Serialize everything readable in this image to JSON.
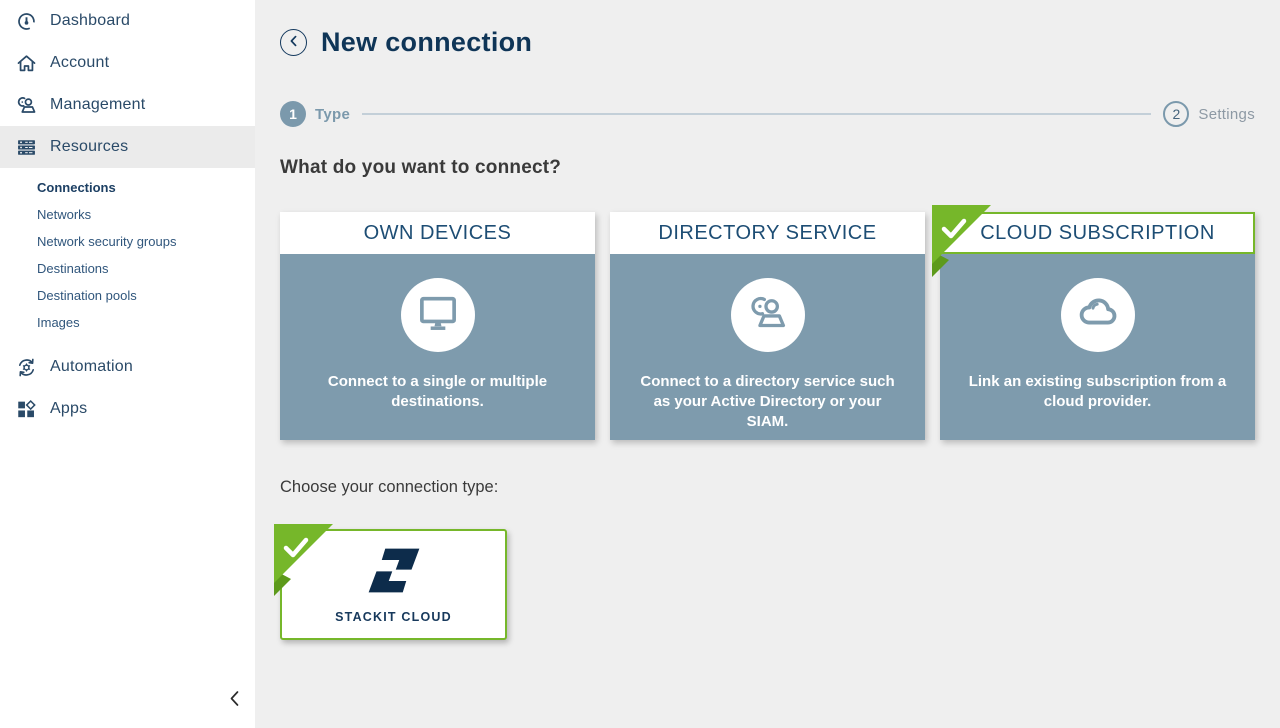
{
  "sidebar": {
    "items": [
      {
        "label": "Dashboard",
        "icon": "gauge-icon",
        "active": false
      },
      {
        "label": "Account",
        "icon": "home-icon",
        "active": false
      },
      {
        "label": "Management",
        "icon": "user-gear-icon",
        "active": false
      },
      {
        "label": "Resources",
        "icon": "server-icon",
        "active": true
      },
      {
        "label": "Automation",
        "icon": "sync-gear-icon",
        "active": false
      },
      {
        "label": "Apps",
        "icon": "apps-icon",
        "active": false
      }
    ],
    "resources_children": [
      "Connections",
      "Networks",
      "Network security groups",
      "Destinations",
      "Destination pools",
      "Images"
    ],
    "active_child": "Connections"
  },
  "header": {
    "title": "New connection"
  },
  "stepper": {
    "steps": [
      {
        "number": "1",
        "label": "Type",
        "state": "active"
      },
      {
        "number": "2",
        "label": "Settings",
        "state": "upcoming"
      }
    ]
  },
  "main": {
    "question": "What do you want to connect?",
    "cards": [
      {
        "title": "OWN DEVICES",
        "description": "Connect to a single or multiple destinations.",
        "icon": "monitor-icon",
        "selected": false
      },
      {
        "title": "DIRECTORY SERVICE",
        "description": "Connect to a directory service such as your Active Directory or your SIAM.",
        "icon": "directory-users-icon",
        "selected": false
      },
      {
        "title": "CLOUD SUBSCRIPTION",
        "description": "Link an existing subscription from a cloud provider.",
        "icon": "cloud-icon",
        "selected": true
      }
    ],
    "choose_label": "Choose your connection type:",
    "connection_types": [
      {
        "label": "STACKIT CLOUD",
        "icon": "stackit-logo",
        "selected": true
      }
    ]
  },
  "colors": {
    "accent_green": "#76b72a",
    "slate_blue": "#7e9bad",
    "navy": "#14395e",
    "page_background": "#efefef",
    "step_inactive_text": "#8d99a4"
  }
}
